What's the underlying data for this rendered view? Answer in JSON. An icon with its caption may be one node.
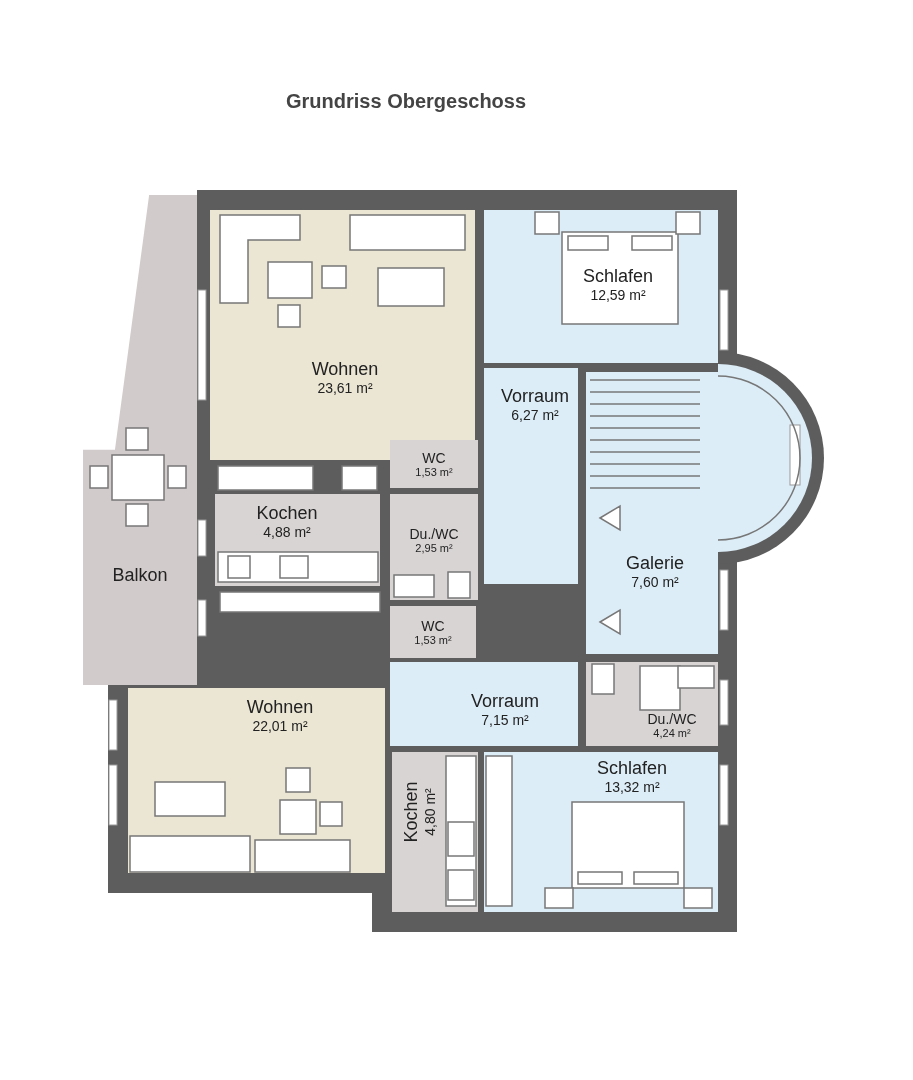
{
  "diagram": {
    "title": "Grundriss Obergeschoss",
    "nodes": [
      {
        "text": [
          "Wohnen",
          "23,61 m²"
        ]
      },
      {
        "text": [
          "Schlafen",
          "12,59 m²"
        ]
      },
      {
        "text": [
          "Vorraum",
          "6,27 m²"
        ]
      },
      {
        "text": [
          "WC",
          "1,53 m²"
        ]
      },
      {
        "text": [
          "Kochen",
          "4,88 m²"
        ]
      },
      {
        "text": [
          "Du./WC",
          "2,95 m²"
        ]
      },
      {
        "text": [
          "Galerie",
          "7,60 m²"
        ]
      },
      {
        "text": [
          "Balkon"
        ]
      },
      {
        "text": [
          "WC",
          "1,53 m²"
        ]
      },
      {
        "text": [
          "Wohnen",
          "22,01 m²"
        ]
      },
      {
        "text": [
          "Vorraum",
          "7,15 m²"
        ]
      },
      {
        "text": [
          "Du./WC",
          "4,24 m²"
        ]
      },
      {
        "text": [
          "Schlafen",
          "13,32 m²"
        ]
      },
      {
        "text": [
          "Kochen",
          "4,80 m²"
        ]
      }
    ]
  }
}
